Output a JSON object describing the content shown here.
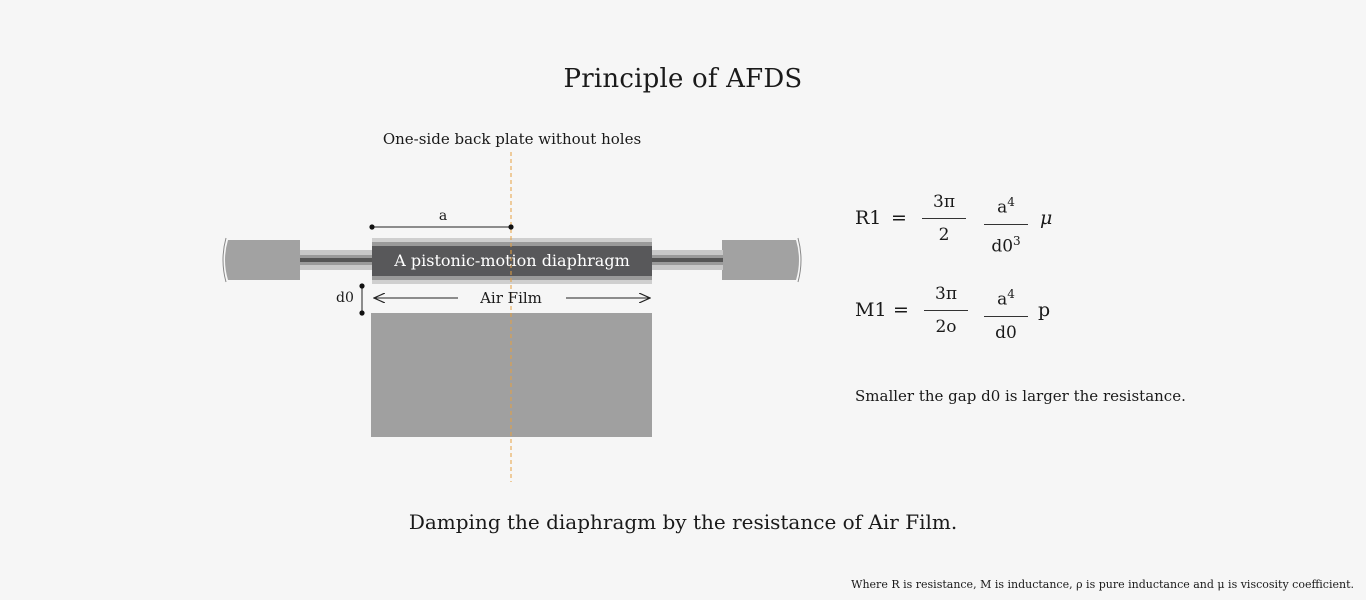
{
  "title": "Principle of AFDS",
  "diagram": {
    "plate_label": "One-side back plate without holes",
    "diaphragm_label": "A pistonic-motion diaphragm",
    "radius_label": "a",
    "gap_label": "d0",
    "air_film_label": "Air Film"
  },
  "equations": {
    "r": {
      "lhs": "R1",
      "eq": "=",
      "f1_num": "3π",
      "f1_den": "2",
      "f2_num_base": "a",
      "f2_num_exp": "4",
      "f2_den_base": "d0",
      "f2_den_exp": "3",
      "tail": "μ"
    },
    "m": {
      "lhs": "M1",
      "eq": "=",
      "f1_num": "3π",
      "f1_den": "2o",
      "f2_num_base": "a",
      "f2_num_exp": "4",
      "f2_den_base": "d0",
      "tail": "p"
    }
  },
  "gap_note": "Smaller the gap d0 is larger the resistance.",
  "caption": "Damping the diaphragm by the resistance of Air Film.",
  "footnote": "Where R is resistance, M is inductance, ρ is pure inductance and μ is viscosity coefficient.",
  "colors": {
    "diaphragm": "#58585a",
    "back_plate": "#a0a0a0",
    "frame": "#a2a2a2",
    "center_line": "#e6a040"
  }
}
